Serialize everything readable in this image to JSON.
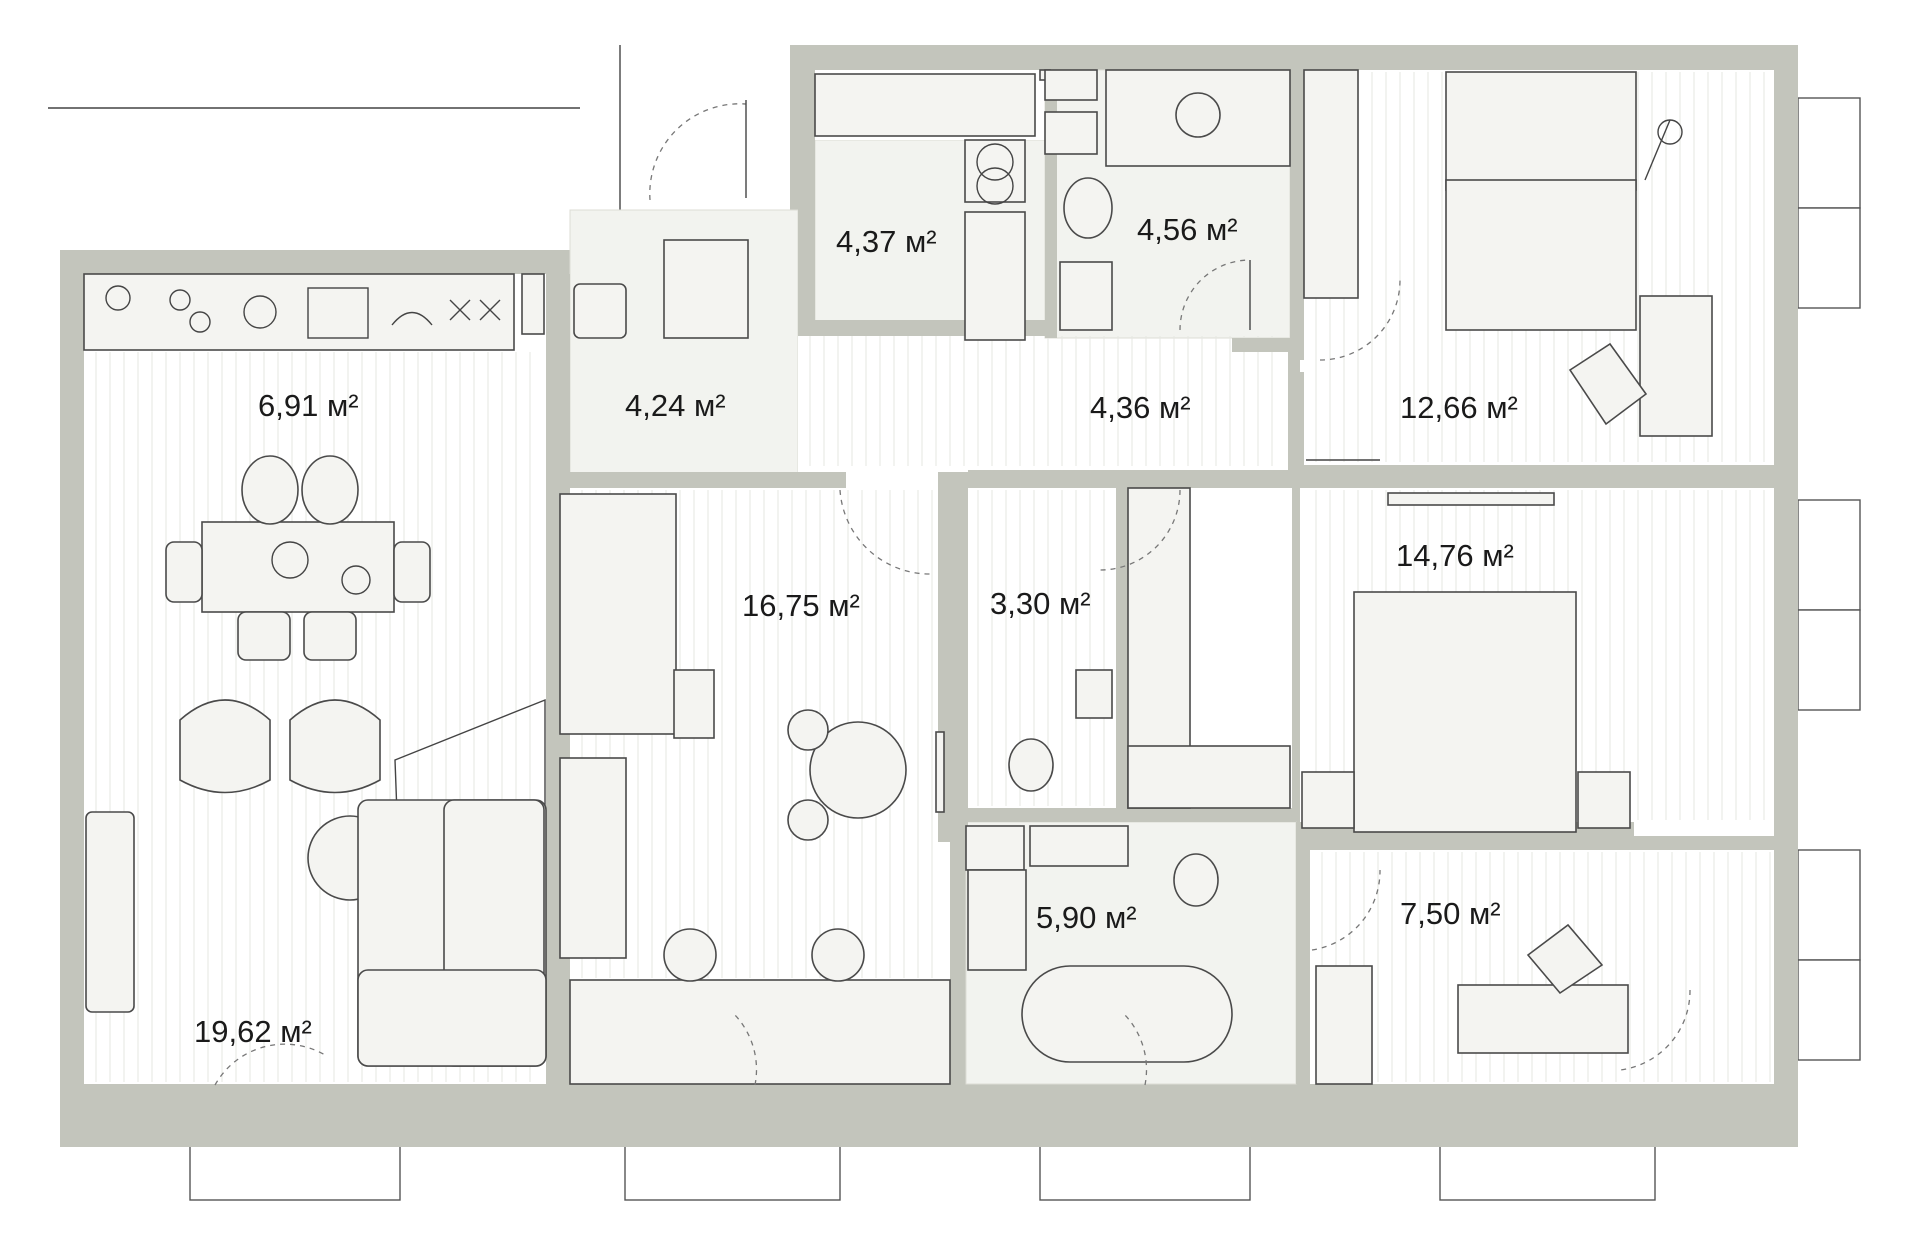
{
  "rooms": [
    {
      "id": "kitchen",
      "area": "6,91 м²"
    },
    {
      "id": "hall",
      "area": "4,24 м²"
    },
    {
      "id": "laundry",
      "area": "4,37 м²"
    },
    {
      "id": "bathroom-small",
      "area": "4,56 м²"
    },
    {
      "id": "corridor",
      "area": "4,36 м²"
    },
    {
      "id": "bedroom-office",
      "area": "12,66 м²"
    },
    {
      "id": "children-room",
      "area": "16,75 м²"
    },
    {
      "id": "wc",
      "area": "3,30 м²"
    },
    {
      "id": "bedroom",
      "area": "14,76 м²"
    },
    {
      "id": "living-room",
      "area": "19,62 м²"
    },
    {
      "id": "bathroom",
      "area": "5,90 м²"
    },
    {
      "id": "study",
      "area": "7,50 м²"
    }
  ],
  "colors": {
    "wall": "#c3c5bc",
    "tile": "#f2f3ef",
    "text": "#1a1a1a"
  }
}
